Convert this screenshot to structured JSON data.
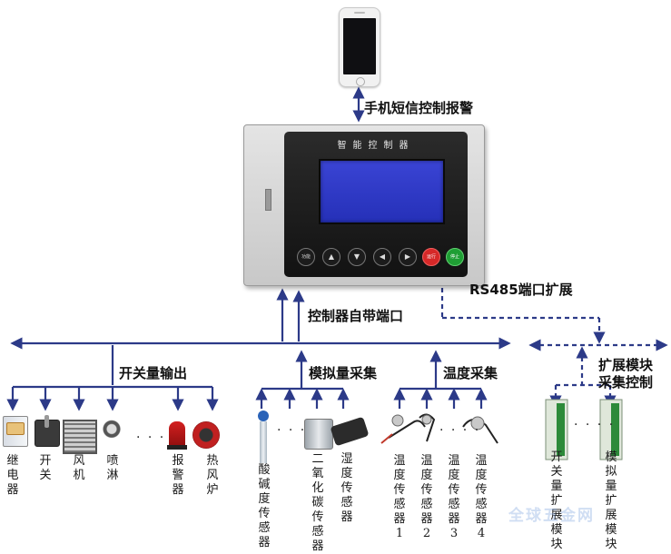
{
  "labels": {
    "sms": "手机短信控制报警",
    "builtin_port": "控制器自带端口",
    "rs485": "RS485端口扩展",
    "switch_output": "开关量输出",
    "analog_input": "模拟量采集",
    "temp_input": "温度采集",
    "ext_module_l1": "扩展模块",
    "ext_module_l2": "采集控制"
  },
  "controller": {
    "title": "智能控制器",
    "buttons": [
      "功能",
      "▲",
      "▼",
      "◀",
      "▶",
      "运行",
      "停止"
    ]
  },
  "devices": {
    "switch_out": [
      "继电器",
      "开关",
      "风机",
      "喷淋",
      "报警器",
      "热风炉"
    ],
    "analog": [
      "酸碱度传感器",
      "二氧化碳传感器",
      "湿度传感器"
    ],
    "temp": [
      "温度传感器1",
      "温度传感器2",
      "温度传感器3",
      "温度传感器4"
    ],
    "modules": [
      "开关量扩展模块",
      "模拟量扩展模块"
    ]
  },
  "ellipsis": "· · · ·",
  "watermark": "全球五金网",
  "colors": {
    "line": "#2c3a88",
    "lcd": "#2a35c4"
  }
}
